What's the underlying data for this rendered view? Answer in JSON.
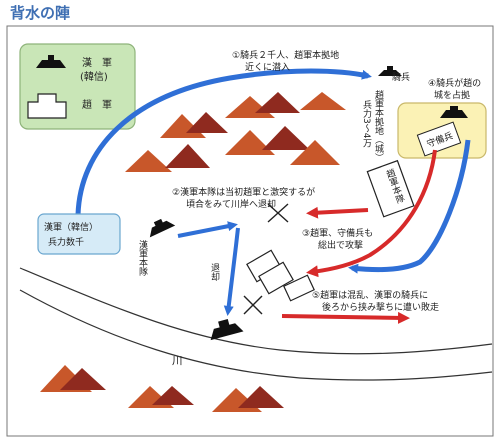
{
  "title": "背水の陣",
  "colors": {
    "blue": "#2f6fd6",
    "red": "#d72a2a",
    "mountain_orange": "#c8572a",
    "mountain_dark": "#8f2a1f",
    "legend_bg": "#c9e6b7",
    "castle_bg": "#fbf2b5"
  },
  "legend": {
    "han_label": "漢　軍",
    "han_sub": "(韓信)",
    "zhao_label": "趙　軍"
  },
  "han_box": {
    "line1": "漢軍（韓信）",
    "line2": "兵力数千"
  },
  "cavalry_badge": "騎兵",
  "guard_label": "守備兵",
  "han_main_label": "漢軍本隊",
  "zhao_main_box": "趙軍本隊",
  "retreat_label": "退却",
  "river_label": "川",
  "zhao_hq": {
    "col1": "趙軍本拠地（城）",
    "col2": "兵力3〜4万"
  },
  "steps": {
    "s1": {
      "line1": "①騎兵２千人、趙軍本拠地",
      "line2": "近くに潜入"
    },
    "s2": {
      "line1": "②漢軍本隊は当初趙軍と激突するが",
      "line2": "頃合をみて川岸へ退却"
    },
    "s3": {
      "line1": "③趙軍、守備兵も",
      "line2": "総出で攻撃"
    },
    "s4": {
      "line1": "④騎兵が趙の",
      "line2": "城を占拠"
    },
    "s5": {
      "line1": "⑤趙軍は混乱、漢軍の騎兵に",
      "line2": "後ろから挟み撃ちに遭い敗走"
    }
  }
}
